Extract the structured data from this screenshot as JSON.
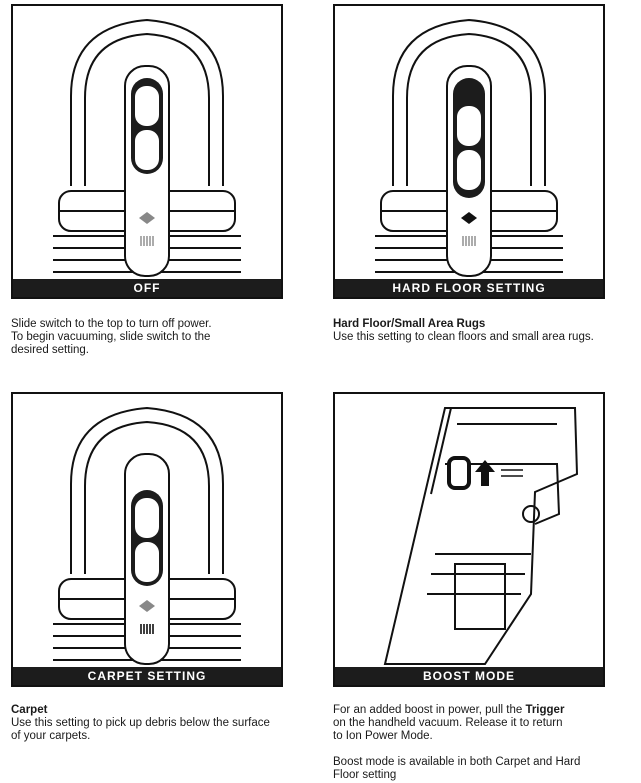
{
  "panels": {
    "off": {
      "caption": "OFF"
    },
    "hard_floor": {
      "caption": "HARD FLOOR SETTING"
    },
    "carpet": {
      "caption": "CARPET SETTING"
    },
    "boost": {
      "caption": "BOOST MODE"
    }
  },
  "text": {
    "off_line1": "Slide switch to the top to turn off power.",
    "off_line2": "To begin vacuuming, slide switch to the",
    "off_line3": "desired setting.",
    "hard_title": "Hard Floor/Small Area Rugs",
    "hard_line1": "Use this setting to clean floors and small area rugs.",
    "carpet_title": "Carpet",
    "carpet_line1": "Use this setting to pick up debris below the surface",
    "carpet_line2": "of your carpets.",
    "boost_pre": "For an added boost in power, pull the ",
    "boost_trigger": "Trigger",
    "boost_line2": "on the handheld vacuum. Release it to return",
    "boost_line3": "to Ion Power Mode.",
    "boost_note1": "Boost mode is available in both Carpet and Hard",
    "boost_note2": "Floor setting"
  },
  "switch_positions": {
    "off": "top",
    "hard_floor": "middle",
    "carpet": "bottom"
  },
  "icons": [
    "hard-floor-icon",
    "carpet-icon",
    "trigger-arrow-icon"
  ]
}
